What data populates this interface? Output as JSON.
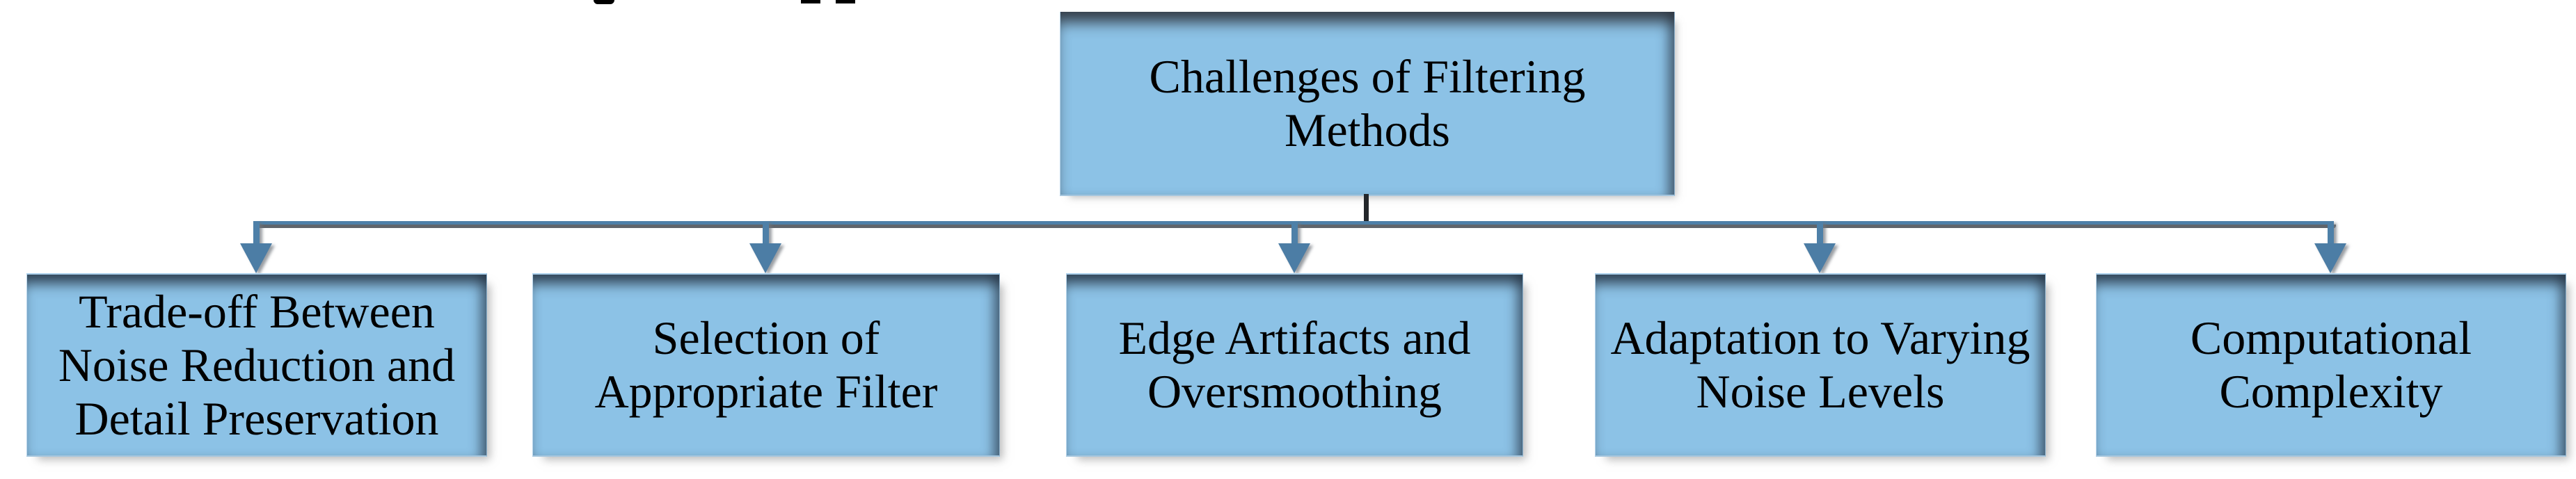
{
  "figure": {
    "type": "hierarchy-diagram",
    "title_box": {
      "label": "Challenges of Filtering Methods",
      "lines": [
        "Challenges of Filtering",
        "Methods"
      ]
    },
    "child_boxes": [
      {
        "label": "Trade-off Between Noise Reduction and Detail Preservation",
        "lines": [
          "Trade-off Between",
          "Noise Reduction and",
          "Detail Preservation"
        ]
      },
      {
        "label": "Selection of Appropriate Filter",
        "lines": [
          "Selection of",
          "Appropriate Filter"
        ]
      },
      {
        "label": "Edge Artifacts and Oversmoothing",
        "lines": [
          "Edge Artifacts and",
          "Oversmoothing"
        ]
      },
      {
        "label": "Adaptation to Varying Noise Levels",
        "lines": [
          "Adaptation to Varying",
          "Noise Levels"
        ]
      },
      {
        "label": "Computational Complexity",
        "lines": [
          "Computational",
          "Complexity"
        ]
      }
    ],
    "colors": {
      "background": "#FFFFFF",
      "box_fill": "#8CC2E6",
      "box_inner_shadow": "#202C3A",
      "connector_blue": "#4E80A8",
      "connector_stem_dark": "#24272B",
      "text": "#000000"
    }
  }
}
